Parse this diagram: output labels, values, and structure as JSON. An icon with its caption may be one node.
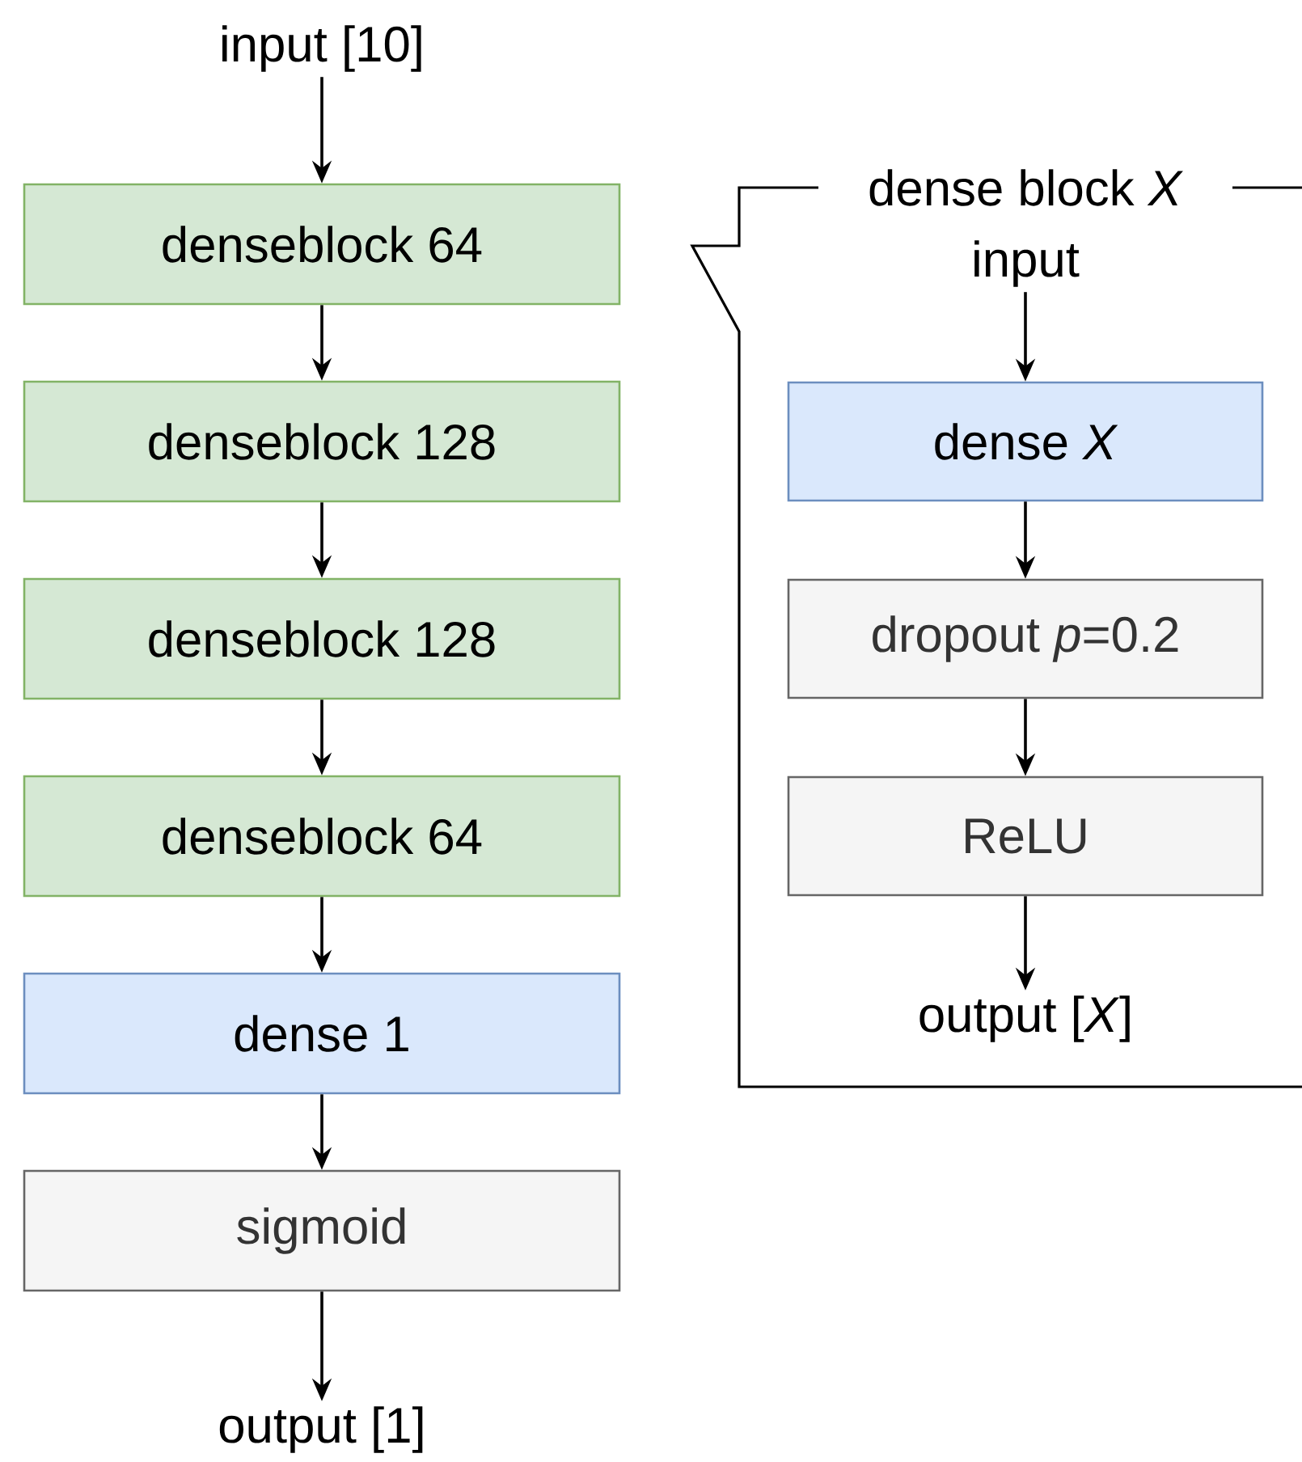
{
  "diagram": {
    "nodes": [
      {
        "text": [
          "input [10]"
        ]
      },
      {
        "text": [
          "denseblock 64"
        ]
      },
      {
        "text": [
          "denseblock 128"
        ]
      },
      {
        "text": [
          "denseblock 128"
        ]
      },
      {
        "text": [
          "denseblock 64"
        ]
      },
      {
        "text": [
          "dense 1"
        ]
      },
      {
        "text": [
          "sigmoid"
        ]
      },
      {
        "text": [
          "output [1]"
        ]
      },
      {
        "text": [
          "dense block *X*"
        ]
      },
      {
        "text": [
          "input"
        ],
        "in": 8
      },
      {
        "text": [
          "dense *X*"
        ],
        "in": 8
      },
      {
        "text": [
          "dropout *p*=0.2"
        ],
        "in": 8
      },
      {
        "text": [
          "ReLU"
        ],
        "in": 8
      },
      {
        "text": [
          "output [*X*]"
        ],
        "in": 8
      }
    ],
    "edges": [
      {
        "from": 0,
        "to": 1,
        "arrow": "to"
      },
      {
        "from": 1,
        "to": 2,
        "arrow": "to"
      },
      {
        "from": 2,
        "to": 3,
        "arrow": "to"
      },
      {
        "from": 3,
        "to": 4,
        "arrow": "to"
      },
      {
        "from": 4,
        "to": 5,
        "arrow": "to"
      },
      {
        "from": 5,
        "to": 6,
        "arrow": "to"
      },
      {
        "from": 6,
        "to": 7,
        "arrow": "to"
      },
      {
        "from": 9,
        "to": 10,
        "arrow": "to"
      },
      {
        "from": 10,
        "to": 11,
        "arrow": "to"
      },
      {
        "from": 11,
        "to": 12,
        "arrow": "to"
      },
      {
        "from": 12,
        "to": 13,
        "arrow": "to"
      }
    ]
  }
}
